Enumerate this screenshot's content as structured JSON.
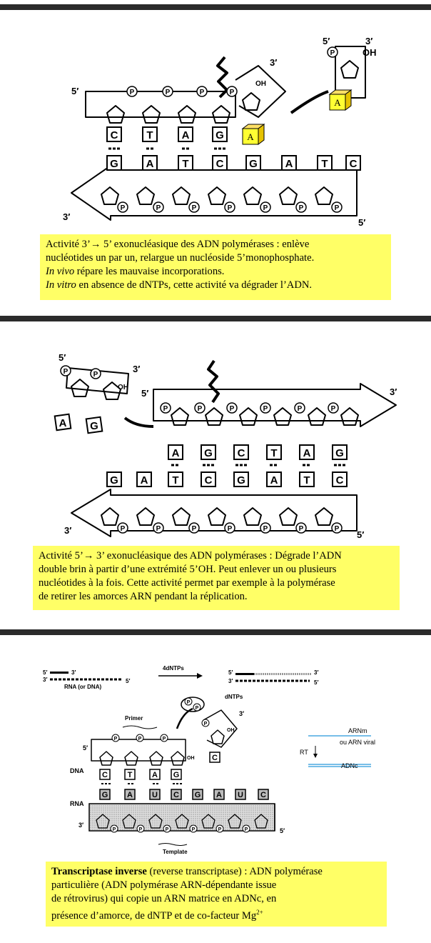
{
  "panels": [
    {
      "labels": {
        "top5": "5′",
        "top3": "3′",
        "bot3": "3′",
        "bot5": "5′",
        "rel5": "5′",
        "rel3": "3′",
        "relOH": "OH",
        "incOH": "OH",
        "inc3": "3′"
      },
      "top_bases": [
        "C",
        "T",
        "A",
        "G"
      ],
      "bottom_bases": [
        "G",
        "A",
        "T",
        "C",
        "G",
        "A",
        "T",
        "C"
      ],
      "phosphate": "P",
      "box_letter": "A",
      "caption": {
        "line1": "Activité 3’→ 5’ exonucléasique des ADN polymérases : enlève",
        "line2": "nucléotides un par un, relargue un nucléoside 5’monophosphate.",
        "line3_em": "In vivo",
        "line3": " répare les mauvaise incorporations.",
        "line4_em": "In vitro",
        "line4": " en absence de dNTPs, cette activité va dégrader l’ADN."
      }
    },
    {
      "labels": {
        "rel5": "5′",
        "rel3": "3′",
        "relOH": "OH",
        "top5": "5′",
        "top3": "3′",
        "bot3": "3′",
        "bot5": "5′"
      },
      "released_bases": [
        "A",
        "G"
      ],
      "top_bases": [
        "A",
        "G",
        "C",
        "T",
        "A",
        "G"
      ],
      "bottom_bases": [
        "G",
        "A",
        "T",
        "C",
        "G",
        "A",
        "T",
        "C"
      ],
      "phosphate": "P",
      "caption": {
        "line1": "Activité 5’→ 3’ exonucléasique des ADN polymérases : Dégrade l’ADN",
        "line2": "double brin à partir d’une extrémité 5’OH. Peut enlever un ou plusieurs",
        "line3": "nucléotides à la fois. Cette activité permet par exemple à la polymérase",
        "line4": "de retirer les amorces ARN pendant la réplication."
      }
    },
    {
      "labels": {
        "s5a": "5′",
        "s3a": "3′",
        "s3b": "3′",
        "s5b": "5′",
        "rna_or_dna": "RNA (or DNA)",
        "dntps_arrow": "4dNTPs",
        "r5a": "5′",
        "r3a": "3′",
        "r3b": "3′",
        "r5b": "5′",
        "dntps": "dNTPs",
        "primer": "Primer",
        "dna5": "5′",
        "oh": "OH",
        "inc3": "3′",
        "inc_oh": "OH",
        "dna": "DNA",
        "rna": "RNA",
        "rna3": "3′",
        "rna5": "5′",
        "template": "Template",
        "legend_top1": "ARNm",
        "legend_top2": "ou ARN viral",
        "legend_rt": "RT",
        "legend_bottom": "ADNc"
      },
      "primer_bases": [
        "C",
        "T",
        "A",
        "G"
      ],
      "incoming_base": "C",
      "rna_bases": [
        "G",
        "A",
        "U",
        "C",
        "G",
        "A",
        "U",
        "C"
      ],
      "phosphate": "P",
      "colors": {
        "legend_line": "#4aa8e0"
      },
      "caption": {
        "line1_bold": "Transcriptase inverse",
        "line1": " (reverse transcriptase) : ADN polymérase",
        "line2": "particulière (ADN polymérase ARN-dépendante issue",
        "line3": "de rétrovirus) qui copie un ARN matrice en ADNc, en",
        "line4": "présence d’amorce, de dNTP et de co-facteur Mg",
        "line4_sup": "2+"
      }
    }
  ]
}
